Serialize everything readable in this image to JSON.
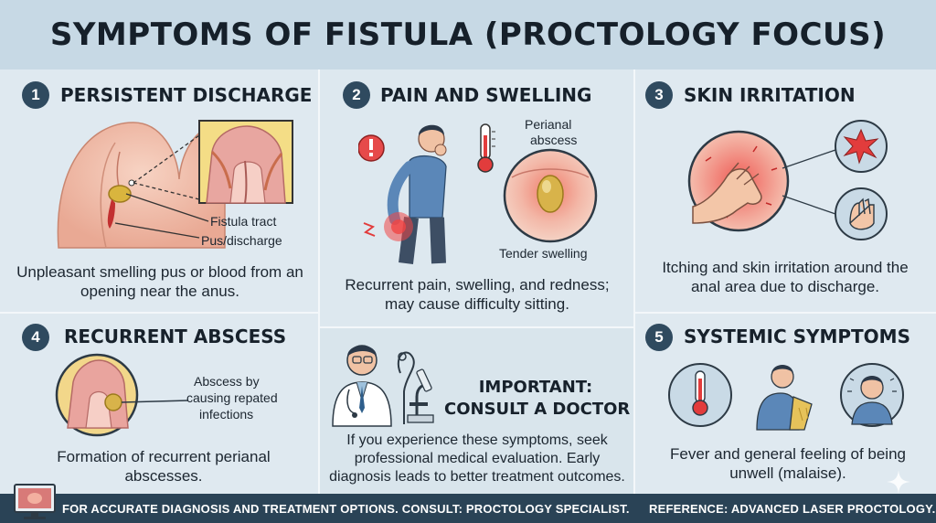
{
  "title": "SYMPTOMS OF FISTULA (PROCTOLOGY FOCUS)",
  "panels": {
    "discharge": {
      "number": "1",
      "heading": "PERSISTENT DISCHARGE",
      "label_tract": "Fistula tract",
      "label_pus": "Pus/discharge",
      "description": "Unpleasant smelling pus or blood from an opening near the anus."
    },
    "pain": {
      "number": "2",
      "heading": "PAIN AND SWELLING",
      "label_abscess_1": "Perianal",
      "label_abscess_2": "abscess",
      "label_swelling": "Tender swelling",
      "description": "Recurrent pain, swelling, and redness; may cause difficulty sitting."
    },
    "skin": {
      "number": "3",
      "heading": "SKIN IRRITATION",
      "description": "Itching and skin irritation around the anal area due to discharge."
    },
    "abscess": {
      "number": "4",
      "heading": "RECURRENT ABSCESS",
      "label_1": "Abscess by",
      "label_2": "causing repated",
      "label_3": "infections",
      "description": "Formation of recurrent perianal abscesses."
    },
    "systemic": {
      "number": "5",
      "heading": "SYSTEMIC SYMPTOMS",
      "description": "Fever and general feeling of being unwell (malaise)."
    },
    "important": {
      "line1": "IMPORTANT:",
      "line2": "CONSULT A DOCTOR",
      "description": "If you experience these symptoms, seek professional medical evaluation. Early diagnosis leads to better treatment outcomes."
    }
  },
  "footer": {
    "left": "FOR ACCURATE DIAGNOSIS AND TREATMENT OPTIONS. CONSULT: PROCTOLOGY SPECIALIST.",
    "right": "REFERENCE: ADVANCED LASER PROCTOLOGY."
  },
  "colors": {
    "background": "#d9e6ee",
    "title_bar": "#c7d9e5",
    "badge": "#2f4a5f",
    "footer": "#2a4356",
    "skin": "#f2c4b2",
    "inflamed": "#e23c3c",
    "pus": "#d6b24a"
  }
}
